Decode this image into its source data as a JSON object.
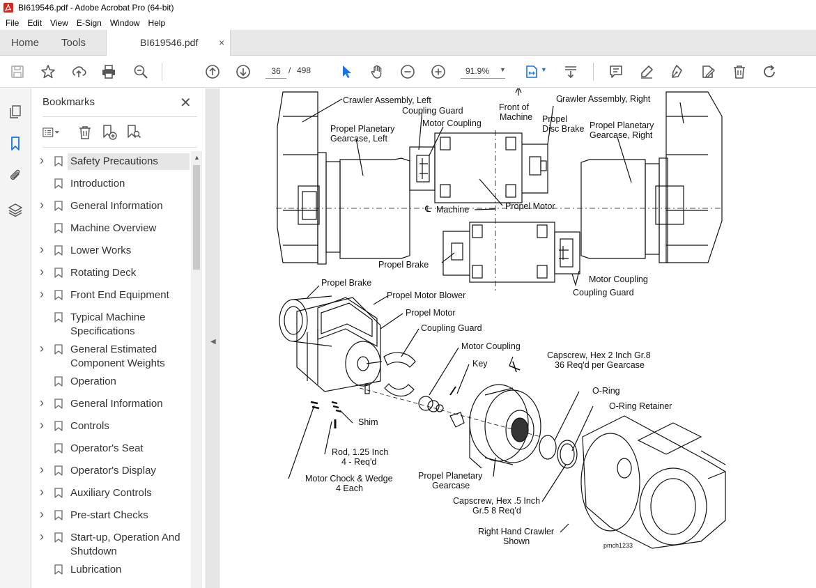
{
  "window": {
    "title": "BI619546.pdf - Adobe Acrobat Pro (64-bit)",
    "app_icon": "acrobat-icon"
  },
  "menu": [
    "File",
    "Edit",
    "View",
    "E-Sign",
    "Window",
    "Help"
  ],
  "tabs": {
    "home": "Home",
    "tools": "Tools",
    "document": "BI619546.pdf",
    "close": "×"
  },
  "toolbar": {
    "page_current": "36",
    "page_separator": "/",
    "page_total": "498",
    "zoom": "91.9%",
    "icons": [
      "save-icon",
      "bookmark-star-icon",
      "upload-icon",
      "print-icon",
      "zoom-search-icon",
      "prev-page-icon",
      "next-page-icon",
      "select-arrow-icon",
      "hand-icon",
      "zoom-out-icon",
      "zoom-in-icon",
      "page-fit-icon",
      "scroll-mode-icon",
      "comment-icon",
      "highlight-icon",
      "sign-icon",
      "fill-sign-icon",
      "delete-icon",
      "rotate-icon"
    ]
  },
  "left_rail": [
    "pages-icon",
    "bookmarks-icon",
    "attachments-icon",
    "layers-icon"
  ],
  "bookmarks": {
    "title": "Bookmarks",
    "close": "✕",
    "items": [
      {
        "label": "Safety Precautions",
        "expandable": true,
        "selected": true
      },
      {
        "label": "Introduction",
        "expandable": false
      },
      {
        "label": "General Information",
        "expandable": true
      },
      {
        "label": "Machine Overview",
        "expandable": false
      },
      {
        "label": "Lower Works",
        "expandable": true
      },
      {
        "label": "Rotating Deck",
        "expandable": true
      },
      {
        "label": "Front End Equipment",
        "expandable": true
      },
      {
        "label": "Typical Machine Specifications",
        "expandable": false
      },
      {
        "label": "General Estimated Component Weights",
        "expandable": true
      },
      {
        "label": "Operation",
        "expandable": false
      },
      {
        "label": "General Information",
        "expandable": true
      },
      {
        "label": "Controls",
        "expandable": true
      },
      {
        "label": "Operator's Seat",
        "expandable": false
      },
      {
        "label": "Operator's Display",
        "expandable": true
      },
      {
        "label": "Auxiliary Controls",
        "expandable": true
      },
      {
        "label": "Pre-start Checks",
        "expandable": true
      },
      {
        "label": "Start-up, Operation And Shutdown",
        "expandable": true
      },
      {
        "label": "Lubrication",
        "expandable": false
      }
    ]
  },
  "document": {
    "labels": {
      "crawler_left": "Crawler Assembly, Left",
      "coupling_guard_top": "Coupling Guard",
      "front_of_machine_1": "Front of",
      "front_of_machine_2": "Machine",
      "crawler_right": "Crawler Assembly, Right",
      "motor_coupling_top": "Motor Coupling",
      "propel_disc_brake_1": "Propel",
      "propel_disc_brake_2": "Disc Brake",
      "ppg_left_1": "Propel Planetary",
      "ppg_left_2": "Gearcase, Left",
      "ppg_right_1": "Propel Planetary",
      "ppg_right_2": "Gearcase, Right",
      "cl_machine_sym": "℄",
      "cl_machine": "Machine",
      "propel_motor_top": "Propel Motor",
      "propel_brake_mid": "Propel Brake",
      "motor_coupling_mid": "Motor Coupling",
      "coupling_guard_mid": "Coupling Guard",
      "propel_brake_exp": "Propel Brake",
      "propel_motor_blower": "Propel Motor Blower",
      "propel_motor_exp": "Propel Motor",
      "coupling_guard_exp": "Coupling Guard",
      "motor_coupling_exp": "Motor Coupling",
      "key": "Key",
      "capscrew_2_1": "Capscrew, Hex 2 Inch Gr.8",
      "capscrew_2_2": "36 Req'd per Gearcase",
      "o_ring": "O-Ring",
      "o_ring_retainer": "O-Ring Retainer",
      "shim": "Shim",
      "rod_1": "Rod, 1.25 Inch",
      "rod_2": "4 - Req'd",
      "chock_1": "Motor Chock & Wedge",
      "chock_2": "4 Each",
      "ppg_exp_1": "Propel Planetary",
      "ppg_exp_2": "Gearcase",
      "capscrew_5_1": "Capscrew, Hex .5 Inch",
      "capscrew_5_2": "Gr.5 8 Req'd",
      "rh_crawler_1": "Right Hand Crawler",
      "rh_crawler_2": "Shown",
      "figure_id": "pmch1233"
    }
  }
}
